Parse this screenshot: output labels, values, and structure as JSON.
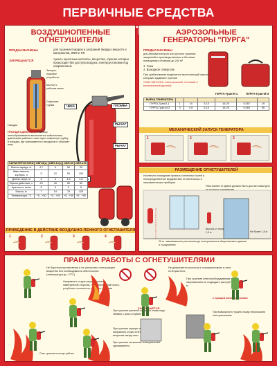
{
  "title": "ПЕРВИЧНЫЕ СРЕДСТВА ПОЖАРОТУШЕНИЯ",
  "foam": {
    "heading1": "ВОЗДУШНОПЕННЫЕ",
    "heading2": "ОГНЕТУШИТЕЛИ",
    "purpose_label": "ПРЕДНАЗНАЧЕНЫ",
    "purpose_text": "для тушения пожаров и загораний твердых веществ и материалов, ЛВЖ и ГЖ",
    "prohibited_label": "ЗАПРЕЩАЕТСЯ",
    "prohibited_text": "тушить щелочные металлы, вещества, горение которых происходит без доступа воздуха, электроустановки под напряжением",
    "parts": {
      "check": "ЧЕКА",
      "seal": "ПЛОМБА",
      "lever": "РЫЧАГ",
      "lever2": "РЫЧАГ",
      "nozzle": "НАСАДКА",
      "device": "Запорно-пусковое устройство",
      "cylinder": "Баллон с рабочим газом",
      "siphon": "Сифонная трубка",
      "nozzle_small": "Насадка"
    },
    "principle_label": "ПРИНЦИП ДЕЙСТВИЯ.",
    "principle_text": "Раствор пенообразователя вытесняется избыточным давлением рабочего газа через сифонную трубку в насадку, где смешивается с воздухом и образует пену",
    "table": {
      "header": [
        "ХАРАКТЕРИСТИКИ",
        "ОВП-5(з)",
        "ОВП-10(з)",
        "ОВП-50",
        "ОВП-100"
      ],
      "rows": [
        [
          "Масса заряда, кг",
          "4,7",
          "9",
          "50",
          "95"
        ],
        [
          "Вместимость корпуса, л",
          "5",
          "10",
          "50",
          "100"
        ],
        [
          "Длина струи, м",
          "3",
          "3",
          "4,5",
          "4,5"
        ],
        [
          "Время действия, с",
          "20",
          "40",
          "60",
          "80"
        ],
        [
          "Кратность пены",
          "5",
          "5",
          "5",
          "5"
        ],
        [
          "Масса, кг",
          "7",
          "14",
          "75",
          "125"
        ],
        [
          "Температура, °C",
          "+5...+50",
          "+5...+50",
          "+5...+50",
          "+5...+50"
        ]
      ]
    },
    "action_band": "ПРИВЕДЕНИЕ В ДЕЙСТВИЕ ВОЗДУШНО-ПЕННОГО ОГНЕТУШИТЕЛЯ",
    "steps": [
      "1",
      "2",
      "3",
      "4"
    ]
  },
  "aero": {
    "heading1": "АЭРОЗОЛЬНЫЕ",
    "heading2": "ГЕНЕРАТОРЫ \"ПУРГА\"",
    "purpose_label": "ПРЕДНАЗНАЧЕНЫ",
    "purpose_text": "для автоматического или ручного тушения загораний в производственных и бытовых помещениях объемом до 200 м³",
    "legend": [
      "1. Чека",
      "2. Выходное отверстие"
    ],
    "launch_note": "При срабатывании выделяется вытесняющий аэрозоль, который подавляет горение",
    "launch_types": "УЗЛЫ ЗАПУСКА: электрический, тепловой и механический (ручной)",
    "model1": "ПУРГА-Гран-К-1",
    "model2": "ПУРГА-Гран-М-3",
    "table": {
      "header": [
        "МАРКА ГЕНЕРАТОРА",
        "",
        "",
        "",
        "",
        ""
      ],
      "rows": [
        [
          "ПУРГА-Гран-К-1",
          "1",
          "14",
          "5-10",
          "16-20",
          "0,057",
          "19"
        ],
        [
          "ПУРГА-Гран-М-3",
          "3",
          "4,5",
          "5-10",
          "16-20",
          "0,060",
          "55"
        ]
      ]
    },
    "mech_band": "МЕХАНИЧЕСКИЙ ЗАПУСК ГЕНЕРАТОРА",
    "mech_steps": [
      "1",
      "2",
      "3"
    ]
  },
  "placement": {
    "band": "РАЗМЕЩЕНИЕ ОГНЕТУШИТЕЛЕЙ",
    "text1": "Исключить попадание прямых солнечных лучей и непосредственное воздействие отопительных и нагревательных приборов",
    "text2": "Расстояние от двери должно быть достаточным для ее полного открывания",
    "height_label": "Высота от пола 1,5 м",
    "dist1": "20 м - максимальное расстояние до огнетушителя в общественных зданиях и сооружениях",
    "dist2": "Не более 1,5 м"
  },
  "rules": {
    "band": "ПРАВИЛА РАБОТЫ С ОГНЕТУШИТЕЛЯМИ",
    "rule1": "Не бороться против ветра и не распылять огнетушащее вещество без необходимости обесточения (температура до -70°С)",
    "rule2": "Направлять струю заряда только с наветренной стороны, на ближний край очага, углублять постепенно, по мере тушения",
    "rule3": "Не допускается касаться и сосредоточивать в зоне огнетушителя",
    "rule4": "При тушении электрооборудования под напряжением не подводить раструб ближе 1 м",
    "rule5": "При тушении разлитой жидкости пламя надо сбивать с края к глубине",
    "rule6": "При тушении горящих поверхностей направлять струю огнетушащего вещества сверху вниз",
    "rule7": "При тушении нескольких огнетушителей одновременно",
    "rule8": "Очаг тушения в конце работы",
    "rule9": "При возможности тушить пожар несколькими огнетушителями",
    "rule10": "к горящей электроустановке",
    "prohibited": "ЗАПРЕЩАЕТСЯ"
  },
  "colors": {
    "brand_red": "#d8232a",
    "panel": "#fffbe6",
    "band": "#f3c64a",
    "uniform": "#6aa84f",
    "helmet": "#f0d024"
  }
}
